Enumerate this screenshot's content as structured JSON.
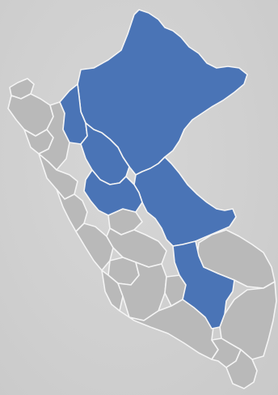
{
  "map": {
    "country": "Peru",
    "colors": {
      "highlight": "#4a74b6",
      "default": "#b9b9b9",
      "border": "#f4f4f4",
      "background": "#cfcfcf"
    },
    "regions": [
      {
        "id": "loreto",
        "highlighted": true
      },
      {
        "id": "amazonas",
        "highlighted": true
      },
      {
        "id": "san-martin",
        "highlighted": true
      },
      {
        "id": "ucayali",
        "highlighted": true
      },
      {
        "id": "huanuco",
        "highlighted": true
      },
      {
        "id": "cusco",
        "highlighted": true
      },
      {
        "id": "tumbes",
        "highlighted": false
      },
      {
        "id": "piura",
        "highlighted": false
      },
      {
        "id": "lambayeque",
        "highlighted": false
      },
      {
        "id": "cajamarca",
        "highlighted": false
      },
      {
        "id": "la-libertad",
        "highlighted": false
      },
      {
        "id": "ancash",
        "highlighted": false
      },
      {
        "id": "pasco",
        "highlighted": false
      },
      {
        "id": "lima",
        "highlighted": false
      },
      {
        "id": "junin",
        "highlighted": false
      },
      {
        "id": "huancavelica",
        "highlighted": false
      },
      {
        "id": "ica",
        "highlighted": false
      },
      {
        "id": "ayacucho",
        "highlighted": false
      },
      {
        "id": "apurimac",
        "highlighted": false
      },
      {
        "id": "madre-de-dios",
        "highlighted": false
      },
      {
        "id": "arequipa",
        "highlighted": false
      },
      {
        "id": "puno",
        "highlighted": false
      },
      {
        "id": "moquegua",
        "highlighted": false
      },
      {
        "id": "tacna",
        "highlighted": false
      }
    ]
  }
}
